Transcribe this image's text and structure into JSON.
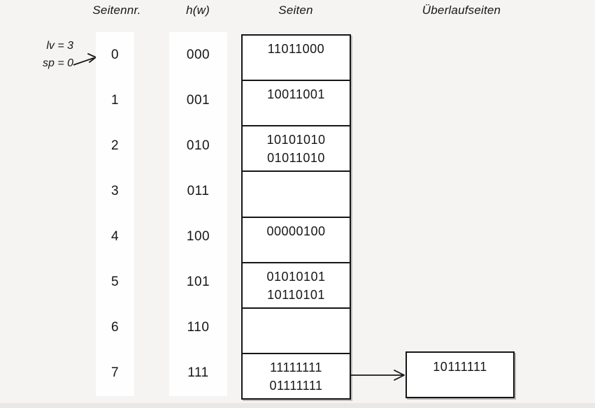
{
  "diagram": {
    "title_context": "linear-hashing-page-table",
    "colors": {
      "background": "#f5f4f2",
      "strip_fill": "#fefefe",
      "box_fill": "#ffffff",
      "line": "#161616",
      "bottom_strip": "#e9e8e5"
    },
    "headers": {
      "page_number": "Seitennr.",
      "hash_function": "h(w)",
      "pages": "Seiten",
      "overflow_pages": "Überlaufseiten"
    },
    "annotation": {
      "line1": "lv = 3",
      "line2": "sp = 0"
    },
    "rows": [
      {
        "page_no": "0",
        "hash": "000",
        "entry1": "11011000",
        "entry2": ""
      },
      {
        "page_no": "1",
        "hash": "001",
        "entry1": "10011001",
        "entry2": ""
      },
      {
        "page_no": "2",
        "hash": "010",
        "entry1": "10101010",
        "entry2": "01011010"
      },
      {
        "page_no": "3",
        "hash": "011",
        "entry1": "",
        "entry2": ""
      },
      {
        "page_no": "4",
        "hash": "100",
        "entry1": "00000100",
        "entry2": ""
      },
      {
        "page_no": "5",
        "hash": "101",
        "entry1": "01010101",
        "entry2": "10110101"
      },
      {
        "page_no": "6",
        "hash": "110",
        "entry1": "",
        "entry2": ""
      },
      {
        "page_no": "7",
        "hash": "111",
        "entry1": "11111111",
        "entry2": "01111111"
      }
    ],
    "overflow": {
      "linked_from_page": "7",
      "entry1": "10111111"
    }
  }
}
